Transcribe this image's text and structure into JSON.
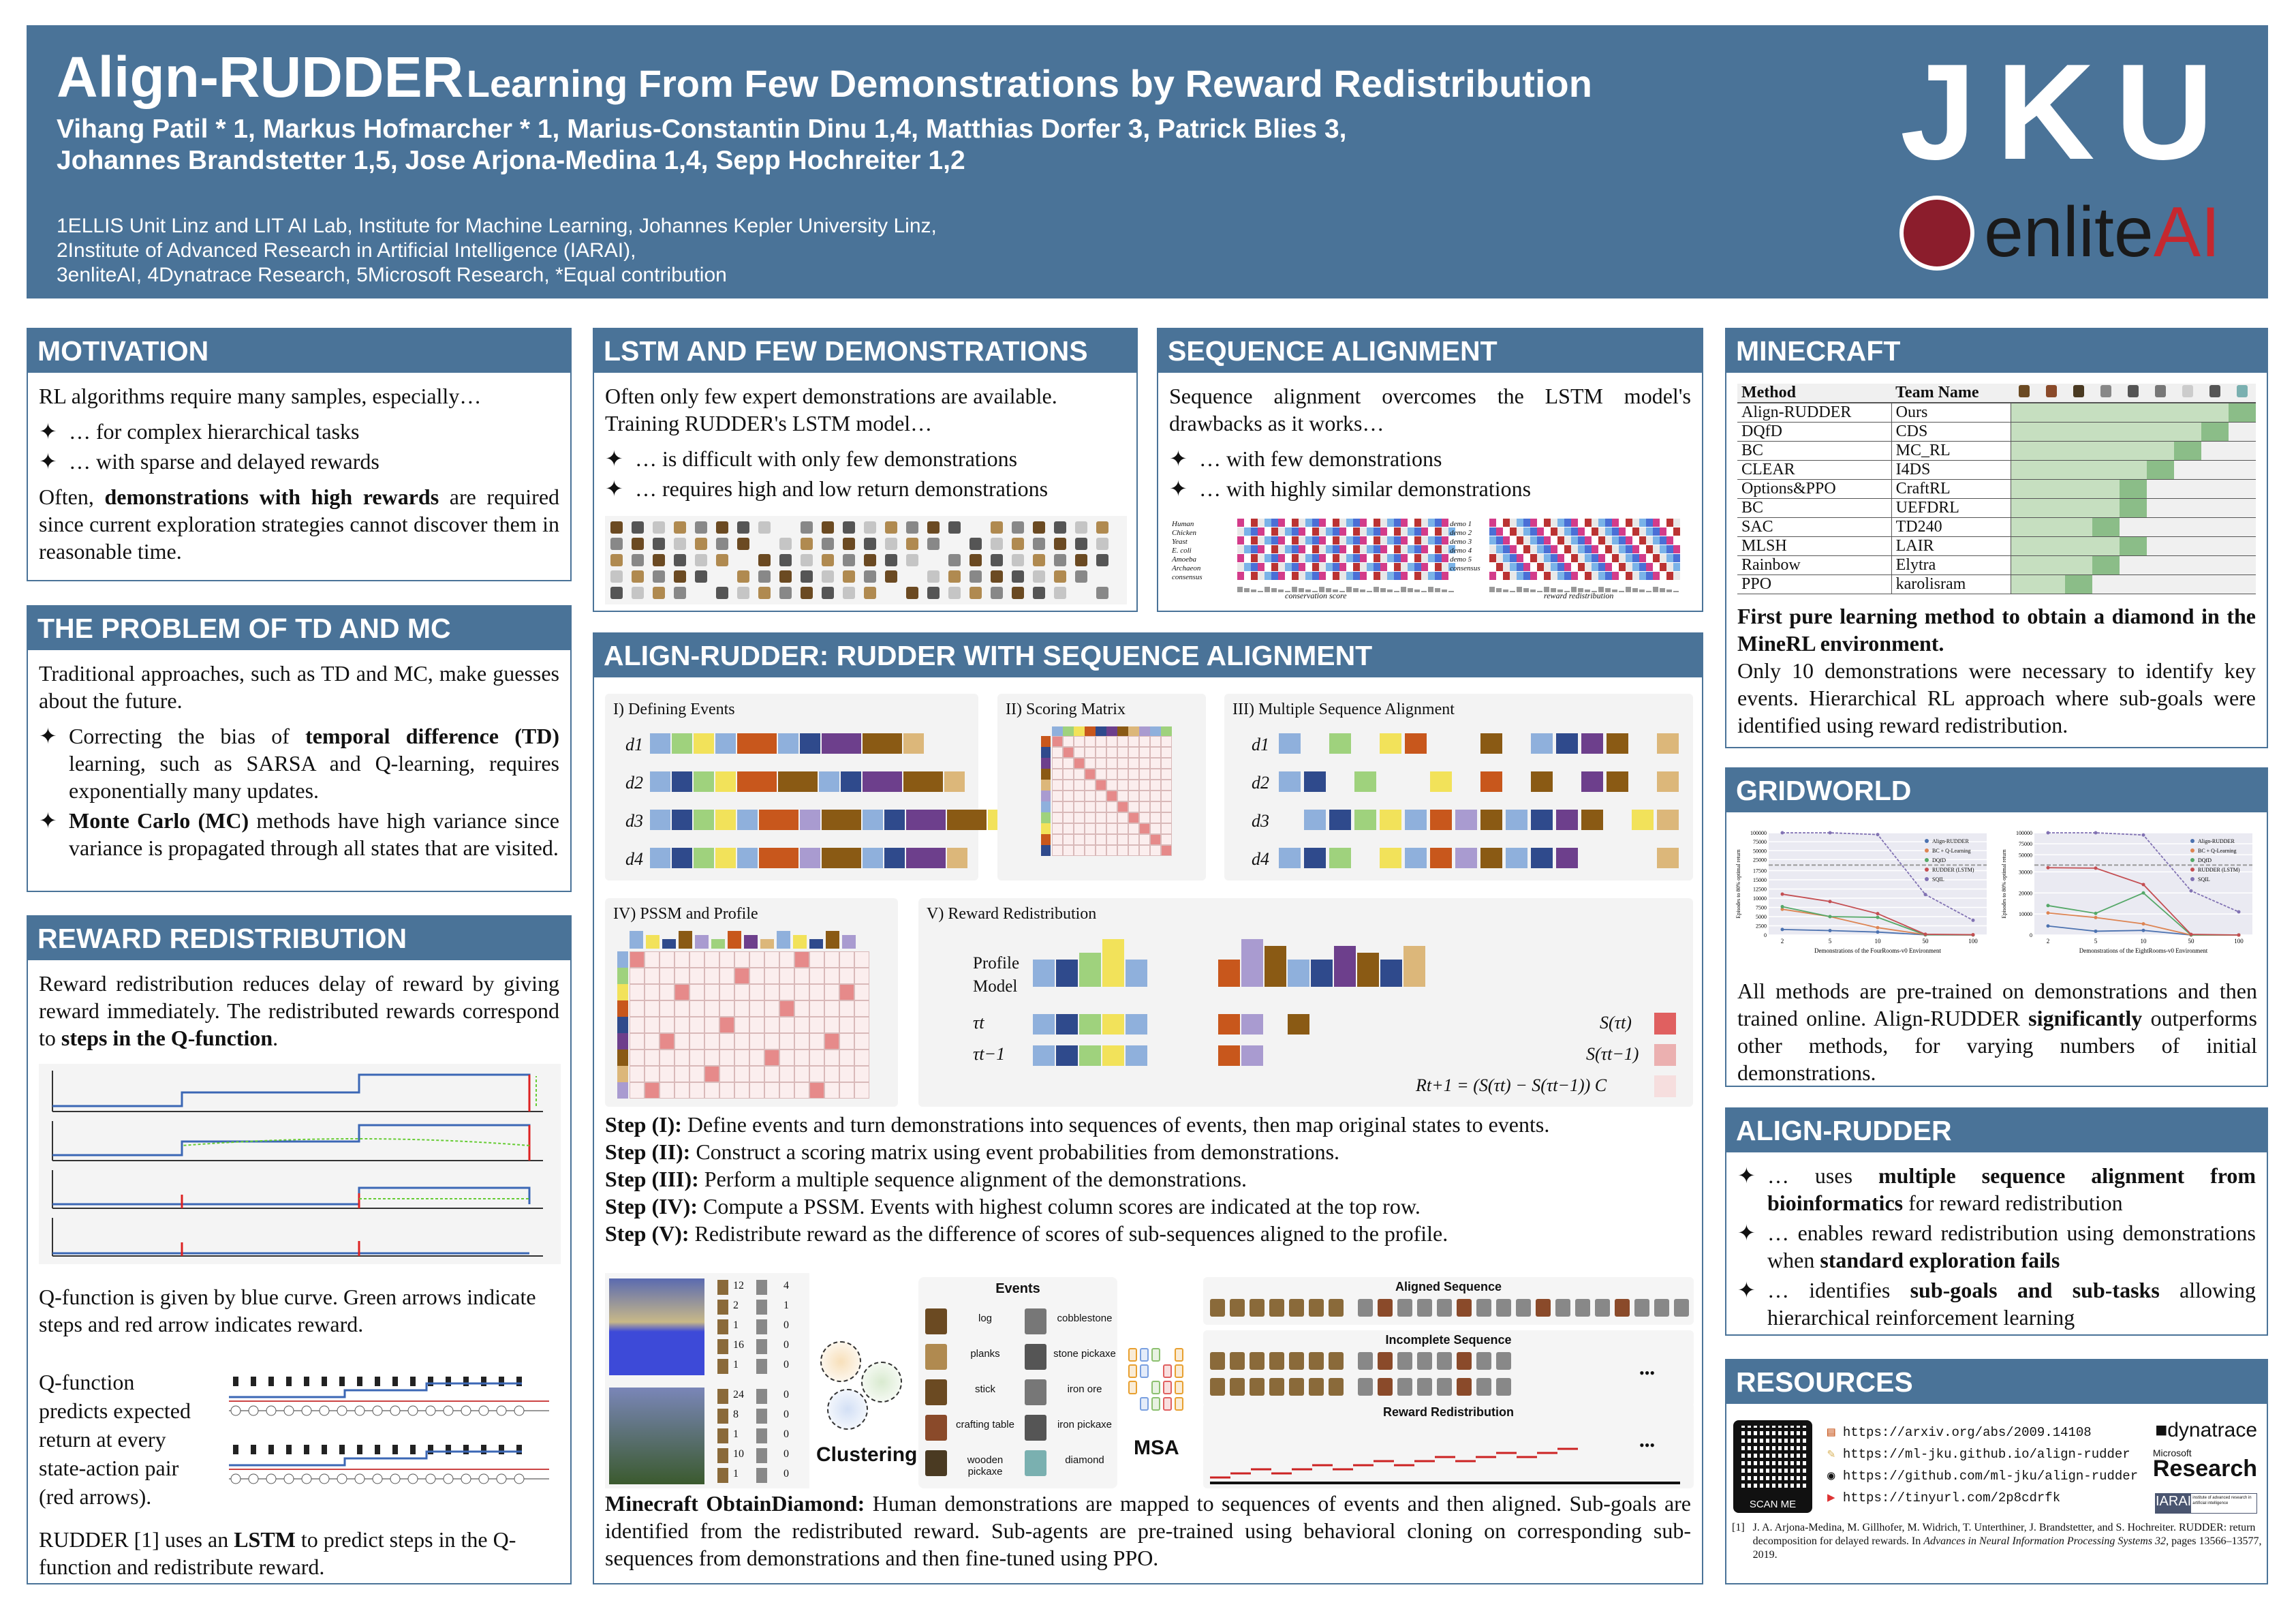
{
  "header": {
    "title": "Align-RUDDER",
    "subtitle": "Learning From Few Demonstrations by Reward Redistribution",
    "authors_line1": "Vihang Patil * 1, Markus Hofmarcher * 1, Marius-Constantin Dinu 1,4, Matthias Dorfer 3, Patrick Blies 3,",
    "authors_line2": "Johannes Brandstetter 1,5, Jose Arjona-Medina 1,4, Sepp Hochreiter 1,2",
    "affil1": "1ELLIS Unit Linz and LIT AI Lab, Institute for Machine Learning, Johannes Kepler University Linz,",
    "affil2": "2Institute of Advanced Research in Artificial Intelligence (IARAI),",
    "affil3": "3enliteAI,  4Dynatrace Research,  5Microsoft Research,  *Equal contribution",
    "logo_jku": "JKU",
    "logo_enlite_a": "enlite",
    "logo_enlite_b": "AI"
  },
  "motivation": {
    "title": "MOTIVATION",
    "intro": "RL algorithms require many samples, especially…",
    "bullets": [
      "… for complex hierarchical tasks",
      "… with sparse and delayed rewards"
    ],
    "p_pre": "Often, ",
    "p_bold": "demonstrations with high rewards",
    "p_post": " are required since current exploration strategies cannot discover them in reasonable time."
  },
  "tdmc": {
    "title": "THE PROBLEM OF TD AND MC",
    "intro": "Traditional approaches, such as TD and MC, make guesses about the future.",
    "b1_pre": "Correcting the bias of ",
    "b1_bold": "temporal difference (TD)",
    "b1_post": " learning, such as SARSA and Q-learning, requires exponentially many updates.",
    "b2_bold": "Monte Carlo (MC)",
    "b2_post": " methods have high variance since variance is propagated through all states that are visited."
  },
  "reward": {
    "title": "REWARD REDISTRIBUTION",
    "p_pre": "Reward redistribution reduces delay of reward by giving reward immediately. The redistributed rewards correspond to ",
    "p_bold": "steps in the Q-function",
    "p_post": ".",
    "caption": "Q-function is given by blue curve. Green arrows indicate steps and red arrow indicates reward.",
    "qtext": "Q-function predicts expected return at every state-action pair (red arrows).",
    "last_pre": "RUDDER [1] uses an ",
    "last_bold": "LSTM",
    "last_post": " to predict steps in the Q-function and redistribute reward."
  },
  "lstm": {
    "title": "LSTM AND FEW DEMONSTRATIONS",
    "intro": "Often only few expert demonstrations are available. Training RUDDER's LSTM model…",
    "bullets": [
      "… is difficult with only few demonstrations",
      "… requires high and low return demonstrations"
    ]
  },
  "seqalign": {
    "title": "SEQUENCE ALIGNMENT",
    "intro": "Sequence alignment overcomes the LSTM model's drawbacks as it works…",
    "bullets": [
      "… with few demonstrations",
      "… with highly similar demonstrations"
    ],
    "species": [
      "Human",
      "Chicken",
      "Yeast",
      "E. coli",
      "Amoeba",
      "Archaeon",
      "consensus"
    ],
    "demos": [
      "demo 1",
      "demo 2",
      "demo 3",
      "demo 4",
      "demo 5",
      "consensus"
    ],
    "score1": "conservation score",
    "score2": "reward redistribution"
  },
  "align": {
    "title": "ALIGN-RUDDER: RUDDER WITH SEQUENCE ALIGNMENT",
    "p1": "I) Defining Events",
    "p2": "II) Scoring Matrix",
    "p3": "III) Multiple Sequence Alignment",
    "p4": "IV) PSSM and Profile",
    "p5": "V) Reward Redistribution",
    "d_labels": [
      "d1",
      "d2",
      "d3",
      "d4"
    ],
    "profile": "Profile",
    "model": "Model",
    "tau_t": "τt",
    "tau_t1": "τt−1",
    "s_t": "S(τt)",
    "s_t1": "S(τt−1)",
    "formula": "Rt+1 = (S(τt) − S(τt−1)) C",
    "palette": [
      "#8fb0dc",
      "#9fd27d",
      "#f2e25a",
      "#c8571c",
      "#2f4a8c",
      "#6d3f8c",
      "#8a5a14",
      "#dcb77a",
      "#a99bd0"
    ],
    "sequences": [
      [
        0,
        1,
        2,
        0,
        3,
        0,
        4,
        5,
        6,
        7
      ],
      [
        0,
        4,
        1,
        2,
        3,
        6,
        0,
        4,
        5,
        6,
        7
      ],
      [
        0,
        4,
        1,
        2,
        0,
        3,
        8,
        6,
        0,
        4,
        5,
        6,
        2,
        7
      ],
      [
        0,
        4,
        1,
        2,
        0,
        3,
        8,
        6,
        0,
        4,
        5,
        7
      ]
    ],
    "steps": [
      {
        "k": "Step (I):",
        "t": " Define events and turn demonstrations into sequences of events, then map original states to events."
      },
      {
        "k": "Step (II):",
        "t": " Construct a scoring matrix using event probabilities from demonstrations."
      },
      {
        "k": "Step (III):",
        "t": " Perform a multiple sequence alignment of the demonstrations."
      },
      {
        "k": "Step (IV):",
        "t": " Compute a PSSM. Events with highest column scores are indicated at the top row."
      },
      {
        "k": "Step (V):",
        "t": " Redistribute reward as the difference of scores of sub-sequences aligned to the profile."
      }
    ],
    "mc": {
      "counts1": [
        "12",
        "2",
        "1",
        "16",
        "1"
      ],
      "counts1b": [
        "4",
        "1",
        "0",
        "0",
        "0"
      ],
      "counts2": [
        "24",
        "8",
        "1",
        "10",
        "1"
      ],
      "counts2b": [
        "0",
        "0",
        "0",
        "0",
        "0"
      ],
      "events_title": "Events",
      "events": [
        "log",
        "cobblestone",
        "planks",
        "stone pickaxe",
        "stick",
        "iron ore",
        "crafting table",
        "iron pickaxe",
        "wooden pickaxe",
        "diamond"
      ],
      "clustering": "Clustering",
      "msa": "MSA",
      "aligned": "Aligned Sequence",
      "incomplete": "Incomplete Sequence",
      "redist": "Reward Redistribution",
      "dots": "•••"
    },
    "cap_bold": "Minecraft ObtainDiamond:",
    "cap": " Human demonstrations are mapped to sequences of events and then aligned. Sub-goals are identified from the redistributed reward. Sub-agents are pre-trained using behavioral cloning on corresponding sub-sequences from demonstrations and then fine-tuned using PPO."
  },
  "minecraft": {
    "title": "MINECRAFT",
    "col_method": "Method",
    "col_team": "Team Name",
    "items": [
      "log",
      "crafting-table",
      "wooden-pickaxe",
      "cobblestone",
      "stone-pickaxe",
      "furnace",
      "iron-ingot",
      "iron-pickaxe",
      "diamond"
    ],
    "rows": [
      {
        "method": "Align-RUDDER",
        "team": "Ours",
        "reached": 9
      },
      {
        "method": "DQfD",
        "team": "CDS",
        "reached": 8
      },
      {
        "method": "BC",
        "team": "MC_RL",
        "reached": 7
      },
      {
        "method": "CLEAR",
        "team": "I4DS",
        "reached": 6
      },
      {
        "method": "Options&PPO",
        "team": "CraftRL",
        "reached": 5
      },
      {
        "method": "BC",
        "team": "UEFDRL",
        "reached": 5
      },
      {
        "method": "SAC",
        "team": "TD240",
        "reached": 4
      },
      {
        "method": "MLSH",
        "team": "LAIR",
        "reached": 5
      },
      {
        "method": "Rainbow",
        "team": "Elytra",
        "reached": 4
      },
      {
        "method": "PPO",
        "team": "karolisram",
        "reached": 3
      }
    ],
    "bold": "First pure learning method to obtain a diamond in the MineRL environment.",
    "text": "Only 10 demonstrations were necessary to identify key events. Hierarchical RL approach where sub-goals were identified using reward redistribution."
  },
  "gridworld": {
    "title": "GRIDWORLD",
    "t_pre": "All methods are pre-trained on demonstrations and then trained online. Align-RUDDER ",
    "t_bold": "significantly",
    "t_post": " outperforms other methods, for varying numbers of initial demonstrations."
  },
  "chart_data": [
    {
      "type": "line",
      "xlabel": "Demonstrations of the FourRooms-v0 Environment",
      "ylabel": "Episodes to 80% optimal return",
      "categories": [
        "2",
        "5",
        "10",
        "50",
        "100"
      ],
      "break": 20000,
      "yticks": [
        0,
        2500,
        5000,
        7500,
        10000,
        12500,
        15000,
        17500,
        25000,
        50000,
        75000,
        100000
      ],
      "legend": "top-right",
      "series": [
        {
          "name": "Align-RUDDER",
          "color": "#4c72b0",
          "values": [
            1500,
            1200,
            800,
            50,
            30
          ]
        },
        {
          "name": "BC + Q-Learning",
          "color": "#dd8452",
          "values": [
            7000,
            5000,
            2000,
            100,
            50
          ]
        },
        {
          "name": "DQfD",
          "color": "#55a868",
          "values": [
            7700,
            5000,
            4800,
            50,
            30
          ]
        },
        {
          "name": "RUDDER (LSTM)",
          "color": "#c44e52",
          "values": [
            11100,
            9100,
            5800,
            200,
            80
          ]
        },
        {
          "name": "SQIL",
          "color": "#8172b3",
          "values": [
            100000,
            100000,
            95000,
            11000,
            4000
          ]
        }
      ]
    },
    {
      "type": "line",
      "xlabel": "Demonstrations of the EightRooms-v0 Environment",
      "ylabel": "Episodes to 80% optimal return",
      "categories": [
        "2",
        "5",
        "10",
        "50",
        "100"
      ],
      "break": 35000,
      "yticks": [
        0,
        10000,
        20000,
        30000,
        50000,
        75000,
        100000
      ],
      "legend": "top-right",
      "series": [
        {
          "name": "Align-RUDDER",
          "color": "#4c72b0",
          "values": [
            4300,
            1800,
            2200,
            0,
            0
          ]
        },
        {
          "name": "BC + Q-Learning",
          "color": "#dd8452",
          "values": [
            10500,
            8300,
            5300,
            0,
            0
          ]
        },
        {
          "name": "DQfD",
          "color": "#55a868",
          "values": [
            14000,
            10300,
            20000,
            0,
            0
          ]
        },
        {
          "name": "RUDDER (LSTM)",
          "color": "#c44e52",
          "values": [
            32000,
            31800,
            24000,
            300,
            0
          ]
        },
        {
          "name": "SQIL",
          "color": "#8172b3",
          "values": [
            100000,
            100000,
            95000,
            21000,
            11000
          ]
        }
      ]
    }
  ],
  "alignright": {
    "title": "ALIGN-RUDDER",
    "b1_pre": "… uses ",
    "b1_bold": "multiple sequence alignment from bioinformatics",
    "b1_post": " for reward redistribution",
    "b2_pre": "… enables reward redistribution using demonstrations when ",
    "b2_bold": "standard exploration fails",
    "b3_pre": "… identifies ",
    "b3_bold": "sub-goals and sub-tasks",
    "b3_post": " allowing hierarchical reinforcement learning"
  },
  "resources": {
    "title": "RESOURCES",
    "scan": "SCAN ME",
    "links": [
      "https://arxiv.org/abs/2009.14108",
      "https://ml-jku.github.io/align-rudder",
      "https://github.com/ml-jku/align-rudder",
      "https://tinyurl.com/2p8cdrfk"
    ],
    "logo_dyn": "dynatrace",
    "logo_ms1": "Microsoft",
    "logo_ms2": "Research",
    "logo_iarai": "IARAI",
    "logo_iarai_sub": "institute of advanced research in artificial intelligence",
    "ref_num": "[1]",
    "ref_pre": "J. A. Arjona-Medina, M. Gillhofer, M. Widrich, T. Unterthiner, J. Brandstetter, and S. Hochreiter. RUDDER: return decomposition for delayed rewards. In ",
    "ref_it": "Advances in Neural Information Processing Systems 32",
    "ref_post": ", pages 13566–13577, 2019."
  },
  "star": "✦"
}
